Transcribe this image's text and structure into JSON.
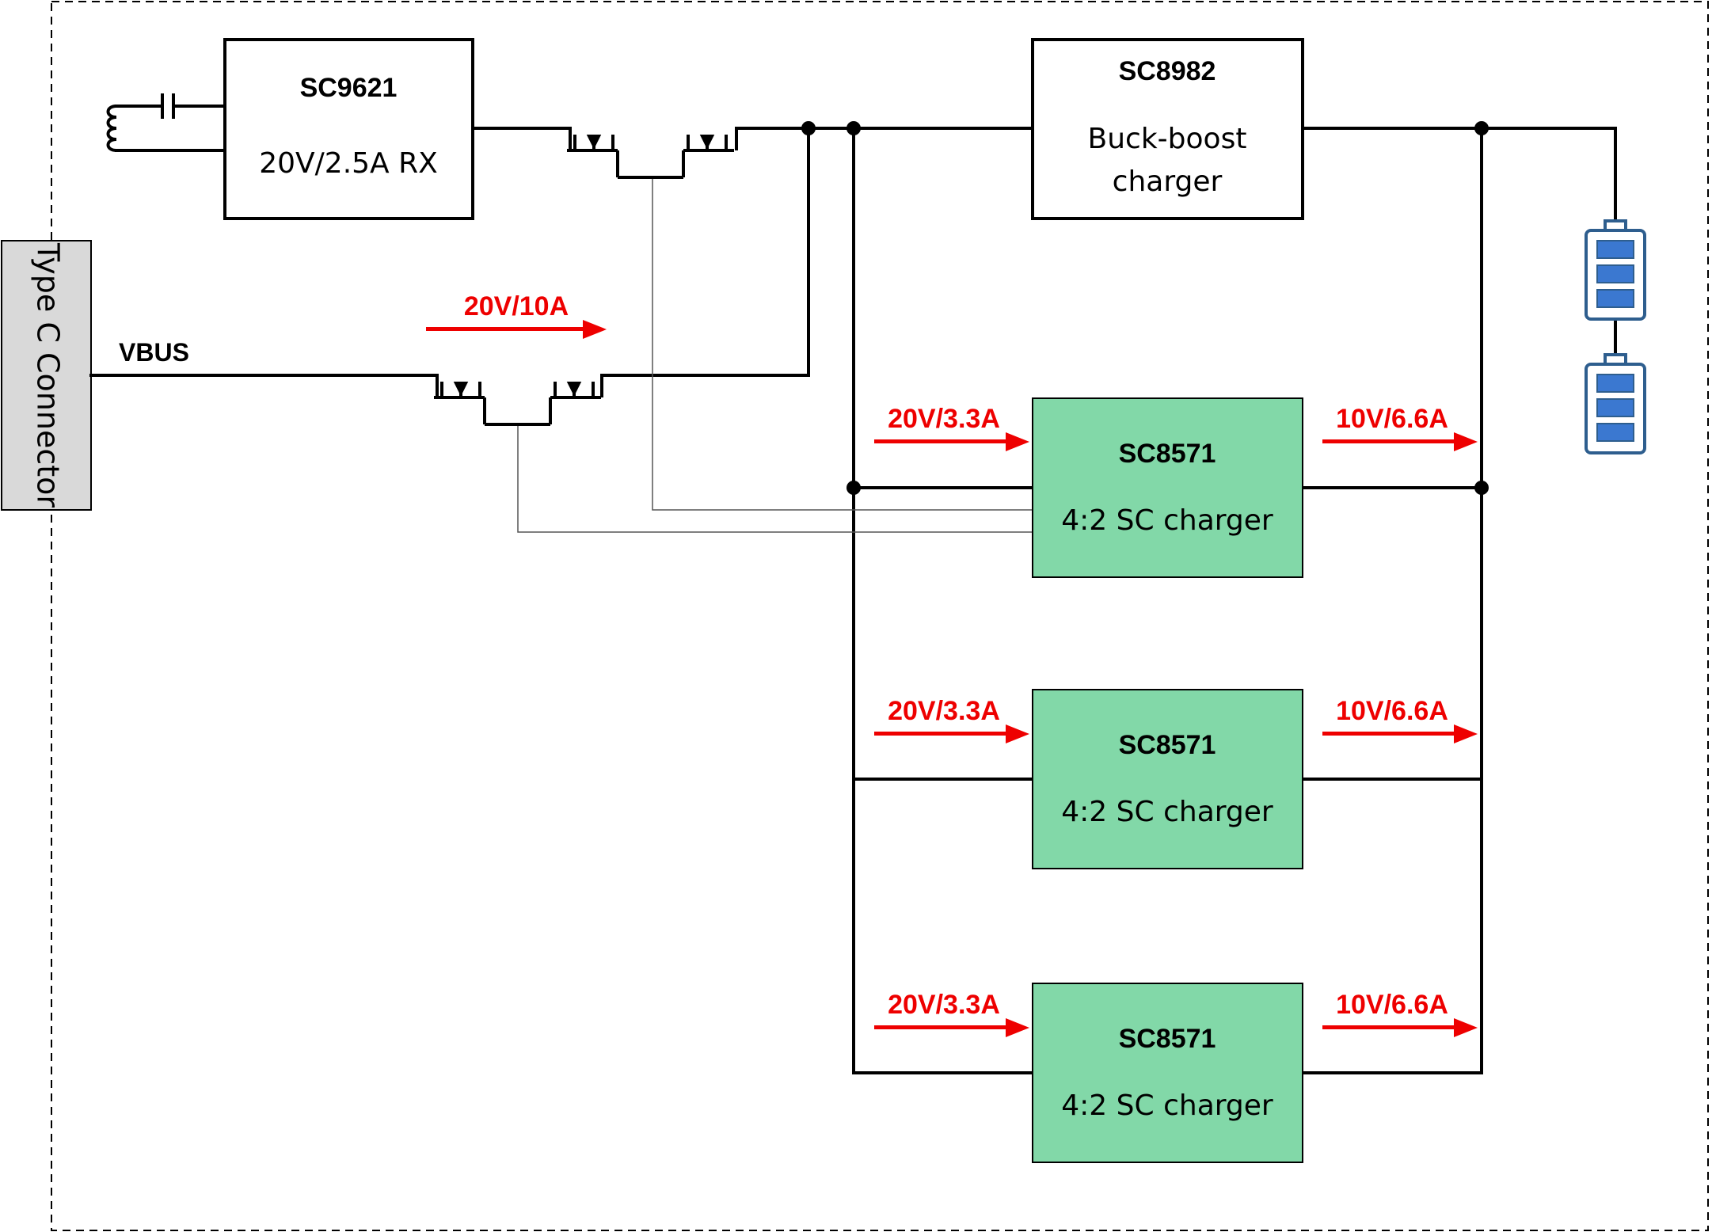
{
  "connector": {
    "label": "Type C Connector"
  },
  "vbus": {
    "label": "VBUS",
    "flow": "20V/10A"
  },
  "rx": {
    "name": "SC9621",
    "desc": "20V/2.5A RX"
  },
  "buckboost": {
    "name": "SC8982",
    "desc_line1": "Buck-boost",
    "desc_line2": "charger"
  },
  "sc_chargers": [
    {
      "name": "SC8571",
      "desc": "4:2 SC charger",
      "input_flow": "20V/3.3A",
      "output_flow": "10V/6.6A"
    },
    {
      "name": "SC8571",
      "desc": "4:2 SC charger",
      "input_flow": "20V/3.3A",
      "output_flow": "10V/6.6A"
    },
    {
      "name": "SC8571",
      "desc": "4:2 SC charger",
      "input_flow": "20V/3.3A",
      "output_flow": "10V/6.6A"
    }
  ],
  "colors": {
    "wire": "#000000",
    "flow_arrow": "#ee0000",
    "sc_block_fill": "#82d8a8",
    "connector_fill": "#d9d9d9",
    "battery_outline": "#2e5e8e",
    "battery_cell": "#3b78d0"
  },
  "icons": [
    "inductor-icon",
    "capacitor-icon",
    "mosfet-icon",
    "battery-icon"
  ]
}
